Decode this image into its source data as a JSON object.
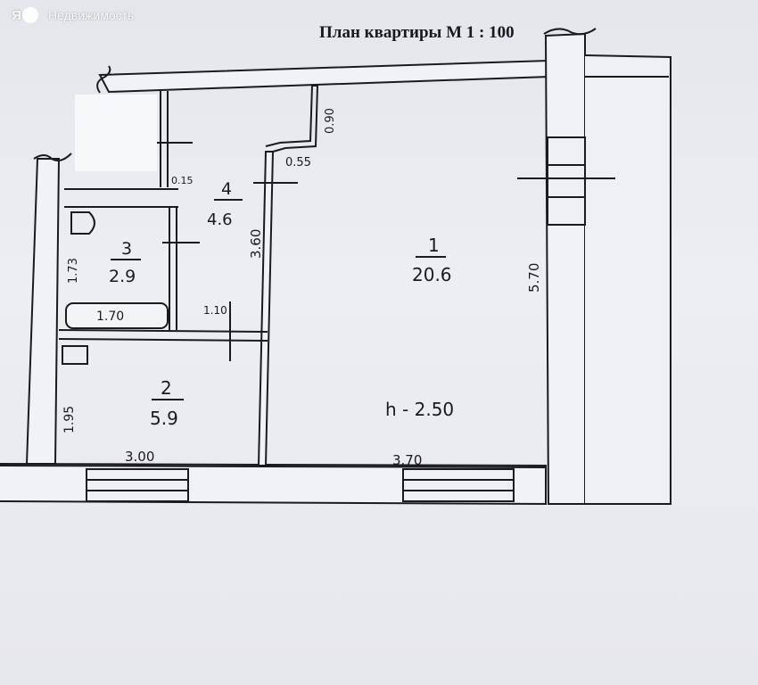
{
  "watermark": {
    "logo_letter": "Я",
    "service_name": "Недвижимость"
  },
  "title": "План квартиры М 1 : 100",
  "rooms": [
    {
      "number": "1",
      "area": "20.6"
    },
    {
      "number": "2",
      "area": "5.9"
    },
    {
      "number": "3",
      "area": "2.9"
    },
    {
      "number": "4",
      "area": "4.6"
    }
  ],
  "dimensions": {
    "room1_height": "5.70",
    "room1_width": "3.70",
    "room2_width": "3.00",
    "room2_height": "1.95",
    "room3_height": "1.73",
    "bath_width": "1.70",
    "corridor_height": "3.60",
    "door_width": "1.10",
    "niche_depth": "0.90",
    "niche_width": "0.55",
    "partition": "0.15"
  },
  "ceiling_height": "h - 2.50",
  "colors": {
    "ink": "#1b1b1f",
    "paper": "#e9eaee",
    "wall_fill": "#f1f2f5"
  }
}
